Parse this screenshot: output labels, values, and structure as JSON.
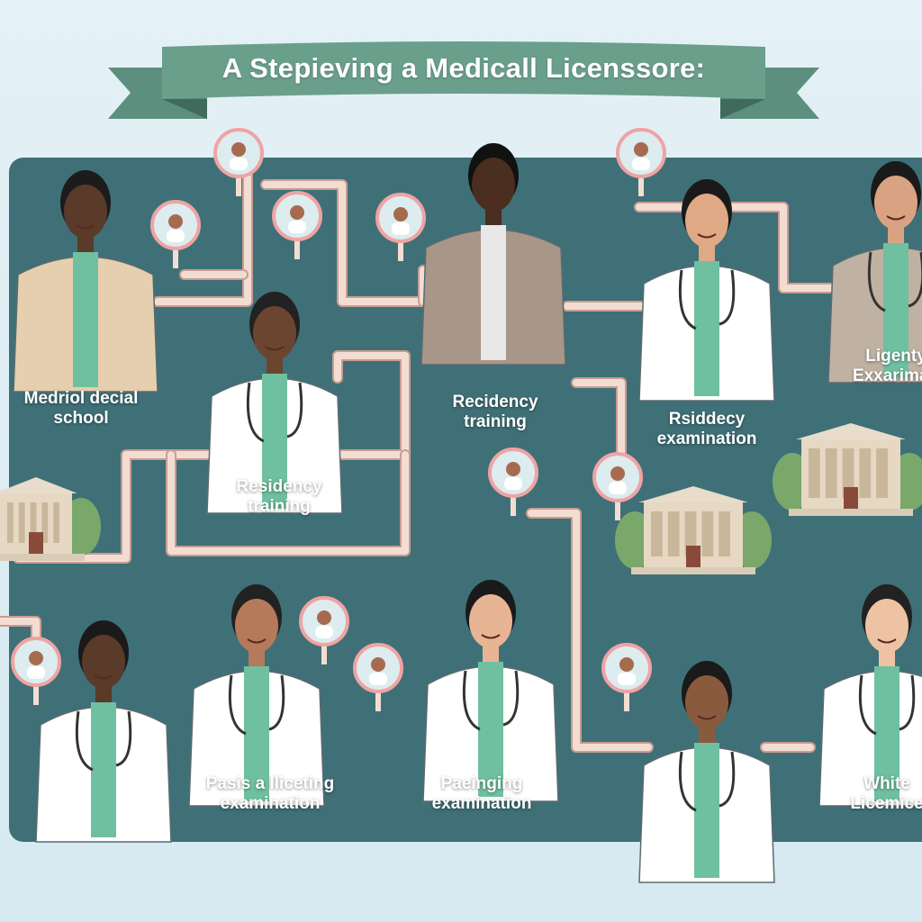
{
  "title": "A Stepieving a Medicall Licenssore:",
  "colors": {
    "background": "#dcecf3",
    "panel": "#3f7077",
    "ribbon": "#6a9f8c",
    "pipe": "#f3ddd3",
    "coat": "#ffffff",
    "scrubs": "#6fc0a0"
  },
  "steps": [
    {
      "line1": "Medriol decial",
      "line2": "school"
    },
    {
      "line1": "Residency",
      "line2": "training"
    },
    {
      "line1": "Recidency",
      "line2": "training"
    },
    {
      "line1": "Rsiddecy",
      "line2": "examination"
    },
    {
      "line1": "Ligenty",
      "line2": "Exxarimati"
    },
    {
      "line1": "Pasis a lliceting",
      "line2": "examination"
    },
    {
      "line1": "Paeinging",
      "line2": "examination"
    },
    {
      "line1": "White",
      "line2": "Licemice"
    }
  ]
}
